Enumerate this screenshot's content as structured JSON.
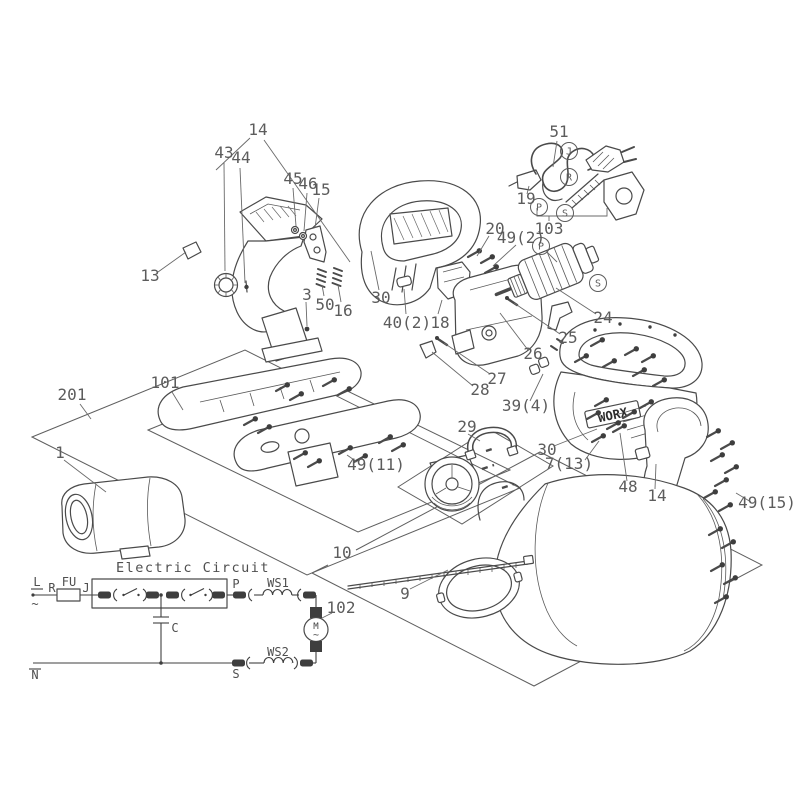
{
  "diagram_type": "exploded-parts-diagram",
  "brand": "WORX",
  "labels": {
    "n13": "13",
    "n14a": "14",
    "n43": "43",
    "n44": "44",
    "n45": "45",
    "n46": "46",
    "n15": "15",
    "n3": "3",
    "n50": "50",
    "n16": "16",
    "n30a": "30",
    "n40x2": "40(2)",
    "n18": "18",
    "n20": "20",
    "n49x2": "49(2)",
    "n103": "103",
    "n51": "51",
    "n19": "19",
    "n24": "24",
    "n25": "25",
    "n26": "26",
    "n27": "27",
    "n28": "28",
    "n39x4": "39(4)",
    "n29": "29",
    "n30b": "30",
    "n7x13": "7(13)",
    "n48": "48",
    "n14b": "14",
    "n49x15": "49(15)",
    "n201": "201",
    "n101": "101",
    "n1": "1",
    "n49x11": "49(11)",
    "n10": "10",
    "n102": "102",
    "n9": "9"
  },
  "circled": {
    "j": "J",
    "r": "R",
    "p1": "P",
    "s1": "S",
    "p2": "P",
    "s2": "S"
  },
  "circuit": {
    "title": "Electric Circuit",
    "l": "L",
    "r": "R",
    "fu": "FU",
    "j": "J",
    "p": "P",
    "ws1": "WS1",
    "tilde": "~",
    "c": "C",
    "m": "M",
    "mtilde": "~",
    "ws2": "WS2",
    "s": "S",
    "n": "N"
  }
}
